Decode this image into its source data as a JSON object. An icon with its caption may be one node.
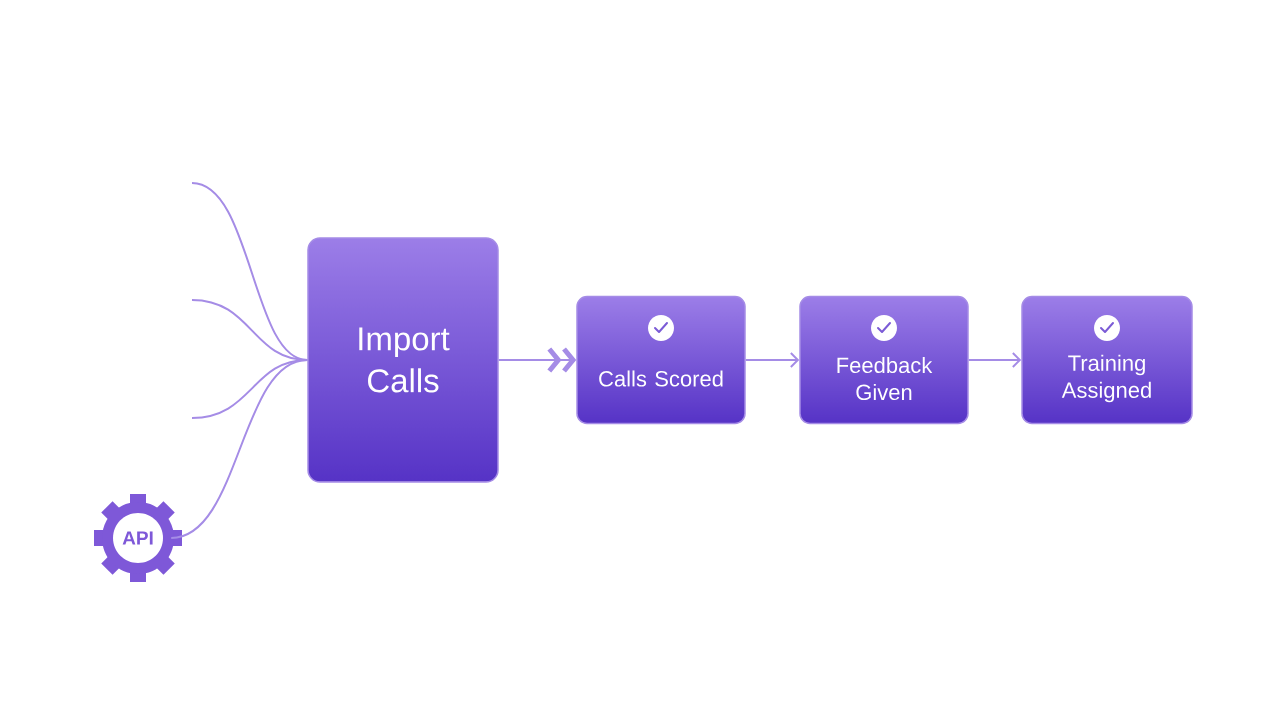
{
  "diagram": {
    "nodes": [
      {
        "text": [
          "API"
        ]
      },
      {
        "text": [
          "Import Calls"
        ]
      },
      {
        "text": [
          "Calls Scored"
        ]
      },
      {
        "text": [
          "Feedback Given"
        ]
      },
      {
        "text": [
          "Training Assigned"
        ]
      }
    ],
    "edges": [
      {
        "from": null,
        "to": 1,
        "arrow": "none"
      },
      {
        "from": null,
        "to": 1,
        "arrow": "none"
      },
      {
        "from": null,
        "to": 1,
        "arrow": "none"
      },
      {
        "from": 0,
        "to": 1,
        "arrow": "none"
      },
      {
        "from": 1,
        "to": 2,
        "arrow": "to"
      },
      {
        "from": 2,
        "to": 3,
        "arrow": "to"
      },
      {
        "from": 3,
        "to": 4,
        "arrow": "to"
      }
    ]
  }
}
